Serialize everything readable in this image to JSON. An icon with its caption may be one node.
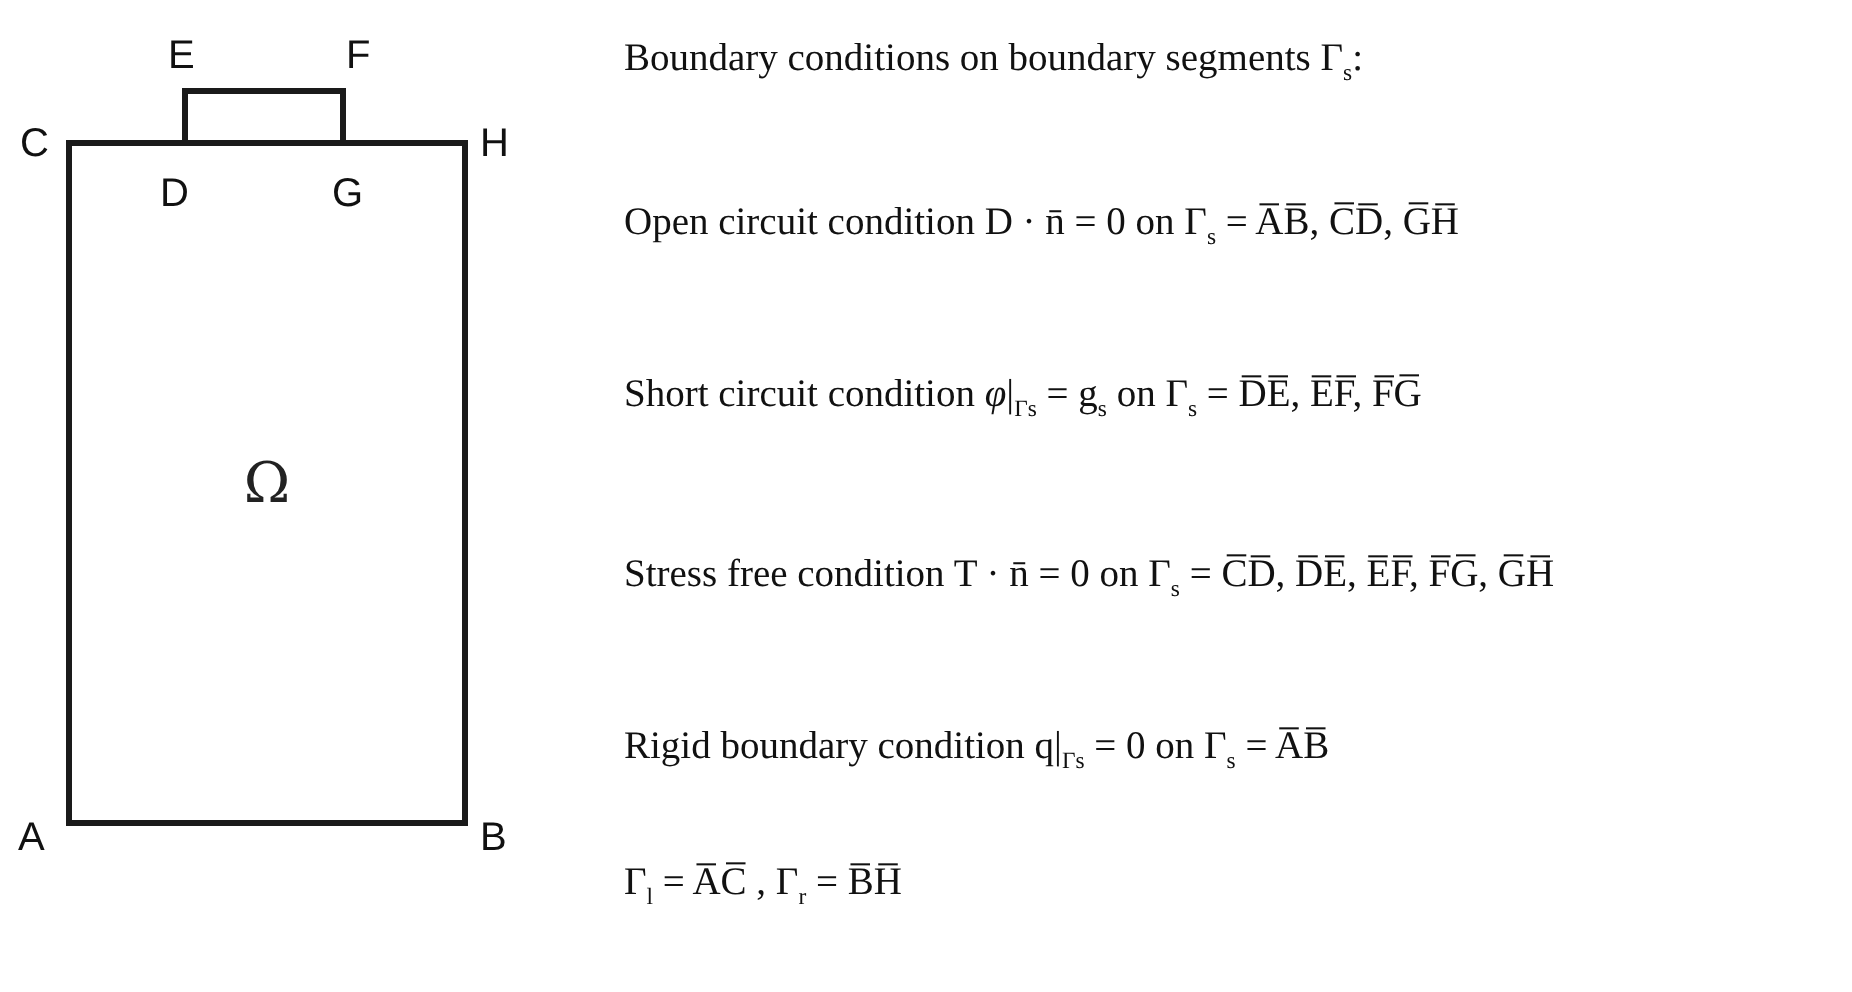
{
  "diagram": {
    "nodes": [
      {
        "text": [
          "Ω"
        ]
      },
      {
        "text": [],
        "shape": "box"
      }
    ],
    "labels": [
      "E",
      "F",
      "C",
      "H",
      "D",
      "G",
      "A",
      "B",
      "Boundary conditions on boundary segments Γ$_{s}$:",
      "Open circuit condition D · n̄ = 0 on Γ$_{s}$ = A̅B̅, C̅D̅, G̅H̅",
      "Short circuit condition *φ*|$_{Γs}$ = g$_{s}$ on Γ$_{s}$ = D̅E̅, E̅F̅, F̅G̅",
      "Stress free condition T · n̄ = 0 on Γ$_{s}$ = C̅D̅, D̅E̅, E̅F̅, F̅G̅, G̅H̅",
      "Rigid boundary condition q|$_{Γs}$ = 0 on Γ$_{s}$ = A̅B̅",
      "Γ$_{l}$ = A̅C̅ , Γ$_{r}$ = B̅H̅"
    ]
  }
}
